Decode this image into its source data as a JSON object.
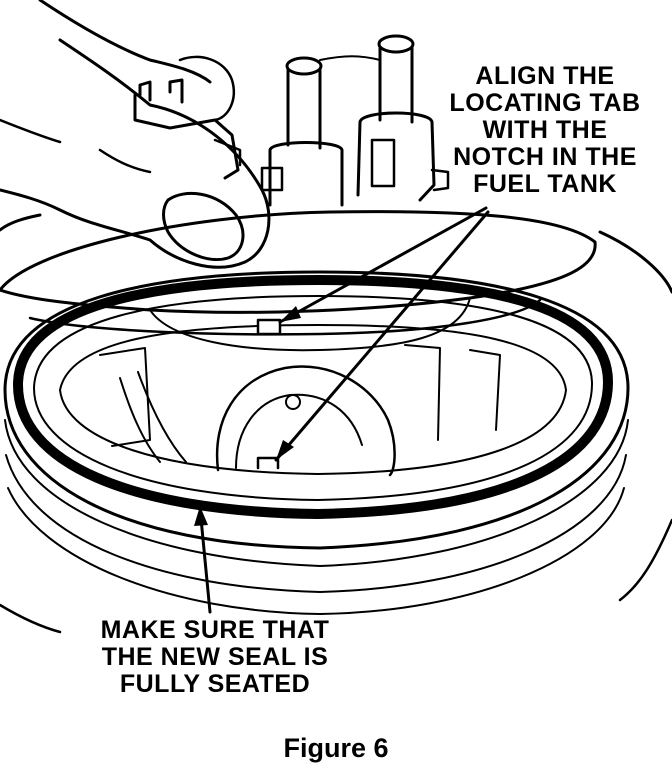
{
  "figure": {
    "caption": "Figure 6"
  },
  "callouts": {
    "align_tab": [
      "ALIGN THE",
      "LOCATING TAB",
      "WITH THE",
      "NOTCH IN THE",
      "FUEL TANK"
    ],
    "seal": [
      "MAKE SURE THAT",
      "THE NEW SEAL IS",
      "FULLY SEATED"
    ]
  },
  "colors": {
    "ink": "#000000",
    "paper": "#ffffff"
  }
}
